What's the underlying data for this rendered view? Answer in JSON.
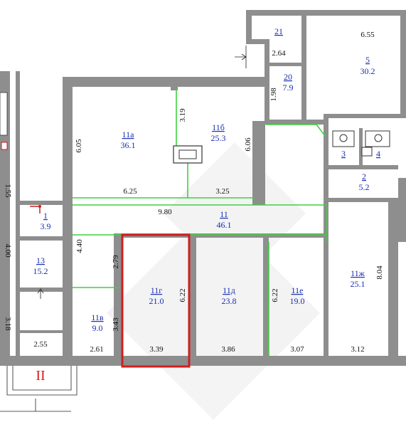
{
  "rooms": [
    {
      "id": "r21",
      "number": "21",
      "area": ""
    },
    {
      "id": "r5",
      "number": "5",
      "area": "30.2"
    },
    {
      "id": "r20",
      "number": "20",
      "area": "7.9"
    },
    {
      "id": "r11a",
      "number": "11а",
      "area": "36.1"
    },
    {
      "id": "r11b",
      "number": "11б",
      "area": "25.3"
    },
    {
      "id": "r3",
      "number": "3",
      "area": ""
    },
    {
      "id": "r4",
      "number": "4",
      "area": ""
    },
    {
      "id": "r2",
      "number": "2",
      "area": "5.2"
    },
    {
      "id": "r1",
      "number": "1",
      "area": "3.9"
    },
    {
      "id": "r11",
      "number": "11",
      "area": "46.1"
    },
    {
      "id": "r13",
      "number": "13",
      "area": "15.2"
    },
    {
      "id": "r11g",
      "number": "11г",
      "area": "21.0"
    },
    {
      "id": "r11d",
      "number": "11д",
      "area": "23.8"
    },
    {
      "id": "r11e",
      "number": "11е",
      "area": "19.0"
    },
    {
      "id": "r11zh",
      "number": "11ж",
      "area": "25.1"
    },
    {
      "id": "r11v",
      "number": "11в",
      "area": "9.0"
    }
  ],
  "dimensions": {
    "d655": "6.55",
    "d264": "2.64",
    "d198": "1.98",
    "d605": "6.05",
    "d319": "3.19",
    "d606": "6.06",
    "d625": "6.25",
    "d325": "3.25",
    "d980": "9.80",
    "d440": "4.40",
    "d279": "2.79",
    "d622a": "6.22",
    "d622b": "6.22",
    "d804": "8.04",
    "d343": "3.43",
    "d261": "2.61",
    "d339": "3.39",
    "d386": "3.86",
    "d307": "3.07",
    "d312": "3.12",
    "d255": "2.55",
    "d400": "4.00",
    "d318": "3.18",
    "d155": "1.55"
  },
  "entrance_label": "II",
  "colors": {
    "room_text": "#1a2fb0",
    "highlight": "#d21e1e",
    "partition": "#3fd13f",
    "wall": "#8e8e8e"
  },
  "highlighted_room": "11г"
}
